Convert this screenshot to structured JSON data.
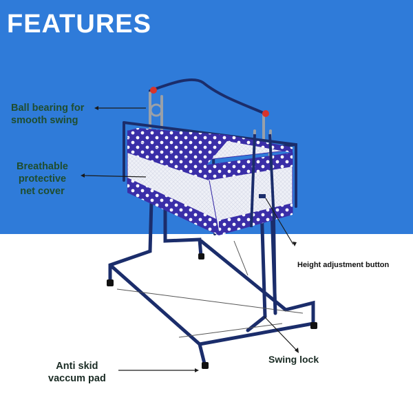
{
  "title": "FEATURES",
  "features": {
    "ball_bearing": [
      "Ball bearing for",
      "smooth swing"
    ],
    "net_cover": [
      "Breathable",
      "protective",
      "net cover"
    ],
    "height_button": "Height adjustment  button",
    "swing_lock": "Swing lock",
    "anti_skid": [
      "Anti skid",
      "vaccum pad"
    ]
  },
  "colors": {
    "banner_blue": "#2f7bd9",
    "label_green": "#1f4d2e",
    "frame_navy": "#1b2d6b",
    "fabric_blue": "#3a2ea8"
  }
}
